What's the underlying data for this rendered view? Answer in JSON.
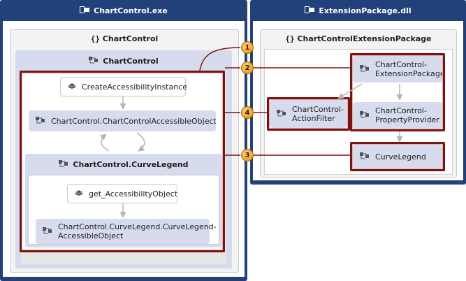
{
  "left_assembly": {
    "title": "ChartControl.exe",
    "namespace": {
      "title": "ChartControl"
    },
    "class": {
      "title": "ChartControl",
      "method": "CreateAccessibilityInstance",
      "accessible_object": "ChartControl.ChartControlAccessibleObject",
      "nested_class": {
        "title": "ChartControl.CurveLegend",
        "method": "get_AccessibilityObject",
        "accessible_object_line1": "ChartControl.CurveLegend.CurveLegend-",
        "accessible_object_line2": "AccessibleObject"
      }
    }
  },
  "right_assembly": {
    "title": "ExtensionPackage.dll",
    "namespace": {
      "title": "ChartControlExtensionPackage"
    },
    "extension_package_line1": "ChartControl-",
    "extension_package_line2": "ExtensionPackage",
    "action_filter_line1": "ChartControl-",
    "action_filter_line2": "ActionFilter",
    "property_provider_line1": "ChartControl-",
    "property_provider_line2": "PropertyProvider",
    "curve_legend": "CurveLegend"
  },
  "callouts": [
    "1",
    "2",
    "3",
    "4"
  ],
  "namespace_glyph": "{}",
  "colors": {
    "assembly_header": "#22407a",
    "class_fill": "#d6dcee",
    "highlight_border": "#7a1414",
    "callout_fill": "#f0a020",
    "arrow": "#b4b4b4"
  },
  "icons": {
    "assembly": "assembly-icon",
    "class": "class-icon",
    "method": "method-icon",
    "namespace": "namespace-icon"
  }
}
